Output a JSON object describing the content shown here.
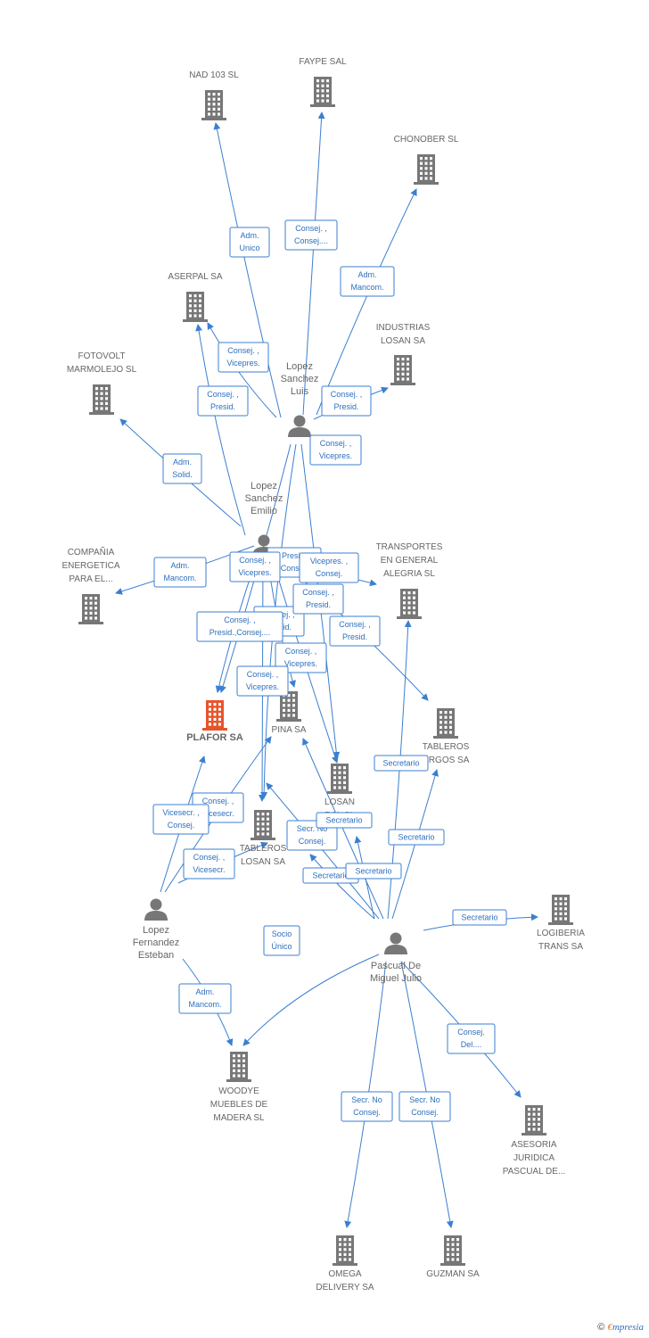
{
  "colors": {
    "edge": "#3b7fd0",
    "company": "#777777",
    "main_company": "#e8542a",
    "person": "#777777",
    "role_text": "#2d6fbd"
  },
  "companies": [
    {
      "id": "nad",
      "lines": [
        "NAD 103 SL"
      ]
    },
    {
      "id": "faype",
      "lines": [
        "FAYPE SAL"
      ]
    },
    {
      "id": "chonober",
      "lines": [
        "CHONOBER SL"
      ]
    },
    {
      "id": "aserpal",
      "lines": [
        "ASERPAL SA"
      ]
    },
    {
      "id": "industrias",
      "lines": [
        "INDUSTRIAS",
        "LOSAN SA"
      ]
    },
    {
      "id": "fotovolt",
      "lines": [
        "FOTOVOLT",
        "MARMOLEJO SL"
      ]
    },
    {
      "id": "compania",
      "lines": [
        "COMPAÑIA",
        "ENERGETICA",
        "PARA EL..."
      ]
    },
    {
      "id": "transportes",
      "lines": [
        "TRANSPORTES",
        "EN GENERAL",
        "ALEGRIA SL"
      ]
    },
    {
      "id": "plafor",
      "lines": [
        "PLAFOR SA"
      ],
      "main": true
    },
    {
      "id": "pina",
      "lines": [
        "PINA SA"
      ]
    },
    {
      "id": "tableros_burgos",
      "lines": [
        "TABLEROS",
        "URGOS SA"
      ]
    },
    {
      "id": "losan_rural",
      "lines": [
        "LOSAN",
        "RAL SL"
      ]
    },
    {
      "id": "tableros_losan",
      "lines": [
        "TABLEROS",
        "LOSAN SA"
      ]
    },
    {
      "id": "logiberia",
      "lines": [
        "LOGIBERIA",
        "TRANS SA"
      ]
    },
    {
      "id": "woodye",
      "lines": [
        "WOODYE",
        "MUEBLES DE",
        "MADERA  SL"
      ]
    },
    {
      "id": "asesoria",
      "lines": [
        "ASESORIA",
        "JURIDICA",
        "PASCUAL DE..."
      ]
    },
    {
      "id": "omega",
      "lines": [
        "OMEGA",
        "DELIVERY SA"
      ]
    },
    {
      "id": "guzman",
      "lines": [
        "GUZMAN SA"
      ]
    }
  ],
  "persons": [
    {
      "id": "luis",
      "lines": [
        "Lopez",
        "Sanchez",
        "Luis"
      ]
    },
    {
      "id": "emilio",
      "lines": [
        "Lopez",
        "Sanchez",
        "Emilio"
      ]
    },
    {
      "id": "esteban",
      "lines": [
        "Lopez",
        "Fernandez",
        "Esteban"
      ]
    },
    {
      "id": "pascual",
      "lines": [
        "Pascual De",
        "Miguel Julio"
      ]
    }
  ],
  "roles": [
    {
      "lines": [
        "Adm.",
        "Unico"
      ]
    },
    {
      "lines": [
        "Consej. ,",
        "Consej...."
      ]
    },
    {
      "lines": [
        "Adm.",
        "Mancom."
      ]
    },
    {
      "lines": [
        "Consej. ,",
        "Vicepres."
      ]
    },
    {
      "lines": [
        "Consej. ,",
        "Presid."
      ]
    },
    {
      "lines": [
        "Consej. ,",
        "Presid."
      ]
    },
    {
      "lines": [
        "Consej. ,",
        "Vicepres."
      ]
    },
    {
      "lines": [
        "Adm.",
        "Solid."
      ]
    },
    {
      "lines": [
        "Adm.",
        "Mancom."
      ]
    },
    {
      "lines": [
        "Presid.",
        "Consej."
      ]
    },
    {
      "lines": [
        "Vicepres. ,",
        "Consej."
      ]
    },
    {
      "lines": [
        "Consej. ,",
        "Vicepres."
      ]
    },
    {
      "lines": [
        "Consej. ,",
        "Presid."
      ]
    },
    {
      "lines": [
        "Consej. ,",
        "Presid."
      ]
    },
    {
      "lines": [
        "Consej. ,",
        "Presid."
      ]
    },
    {
      "lines": [
        "Consej. ,",
        "Presid.,Consej...."
      ]
    },
    {
      "lines": [
        "Consej. ,",
        "Vicepres."
      ]
    },
    {
      "lines": [
        "Consej. ,",
        "Vicepres."
      ]
    },
    {
      "lines": [
        "Secretario"
      ]
    },
    {
      "lines": [
        "Consej. ,",
        "Vicesecr."
      ]
    },
    {
      "lines": [
        "Vicesecr. ,",
        "Consej."
      ]
    },
    {
      "lines": [
        "Secr.  No",
        "Consej."
      ]
    },
    {
      "lines": [
        "Secretario"
      ]
    },
    {
      "lines": [
        "Secretario"
      ]
    },
    {
      "lines": [
        "Consej. ,",
        "Vicesecr."
      ]
    },
    {
      "lines": [
        "Secretario"
      ]
    },
    {
      "lines": [
        "Secretario"
      ]
    },
    {
      "lines": [
        "Secretario"
      ]
    },
    {
      "lines": [
        "Socio",
        "Único"
      ]
    },
    {
      "lines": [
        "Adm.",
        "Mancom."
      ]
    },
    {
      "lines": [
        "Consej.",
        "Del...."
      ]
    },
    {
      "lines": [
        "Secr.  No",
        "Consej."
      ]
    },
    {
      "lines": [
        "Secr.  No",
        "Consej."
      ]
    }
  ],
  "footer": {
    "copyright": "©",
    "brand_e": "€",
    "brand_rest": "mpresia"
  }
}
